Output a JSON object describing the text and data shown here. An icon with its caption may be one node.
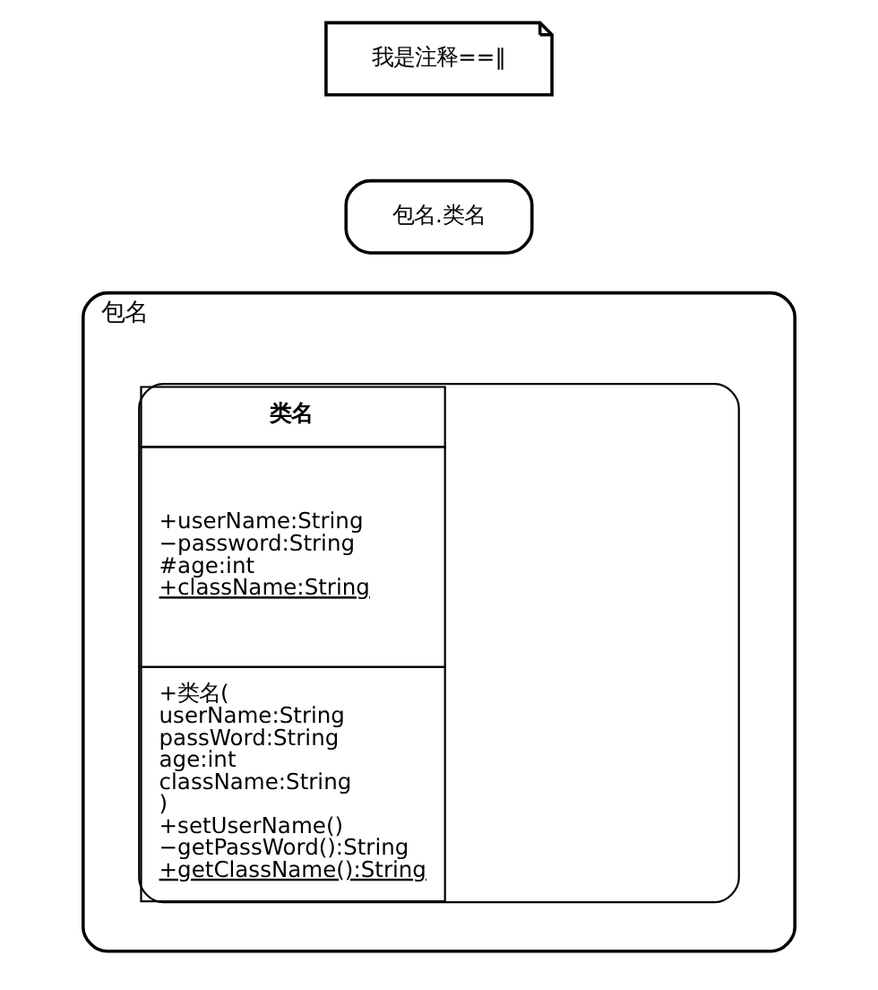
{
  "diagram": {
    "nodes": [
      {
        "text": [
          "包名"
        ]
      },
      {
        "text": [
          "类名",
          "+userName:String",
          "−password:String",
          "#age:int",
          "+className:String",
          "+类名( userName:String passWord:String age:int className:String )",
          "+setUserName()",
          "−getPassWord():String",
          "+getClassName():String"
        ],
        "in": 0
      },
      {
        "text": [
          "包名.类名"
        ]
      },
      {
        "text": [
          "我是注释==‖"
        ]
      }
    ],
    "edges": []
  }
}
